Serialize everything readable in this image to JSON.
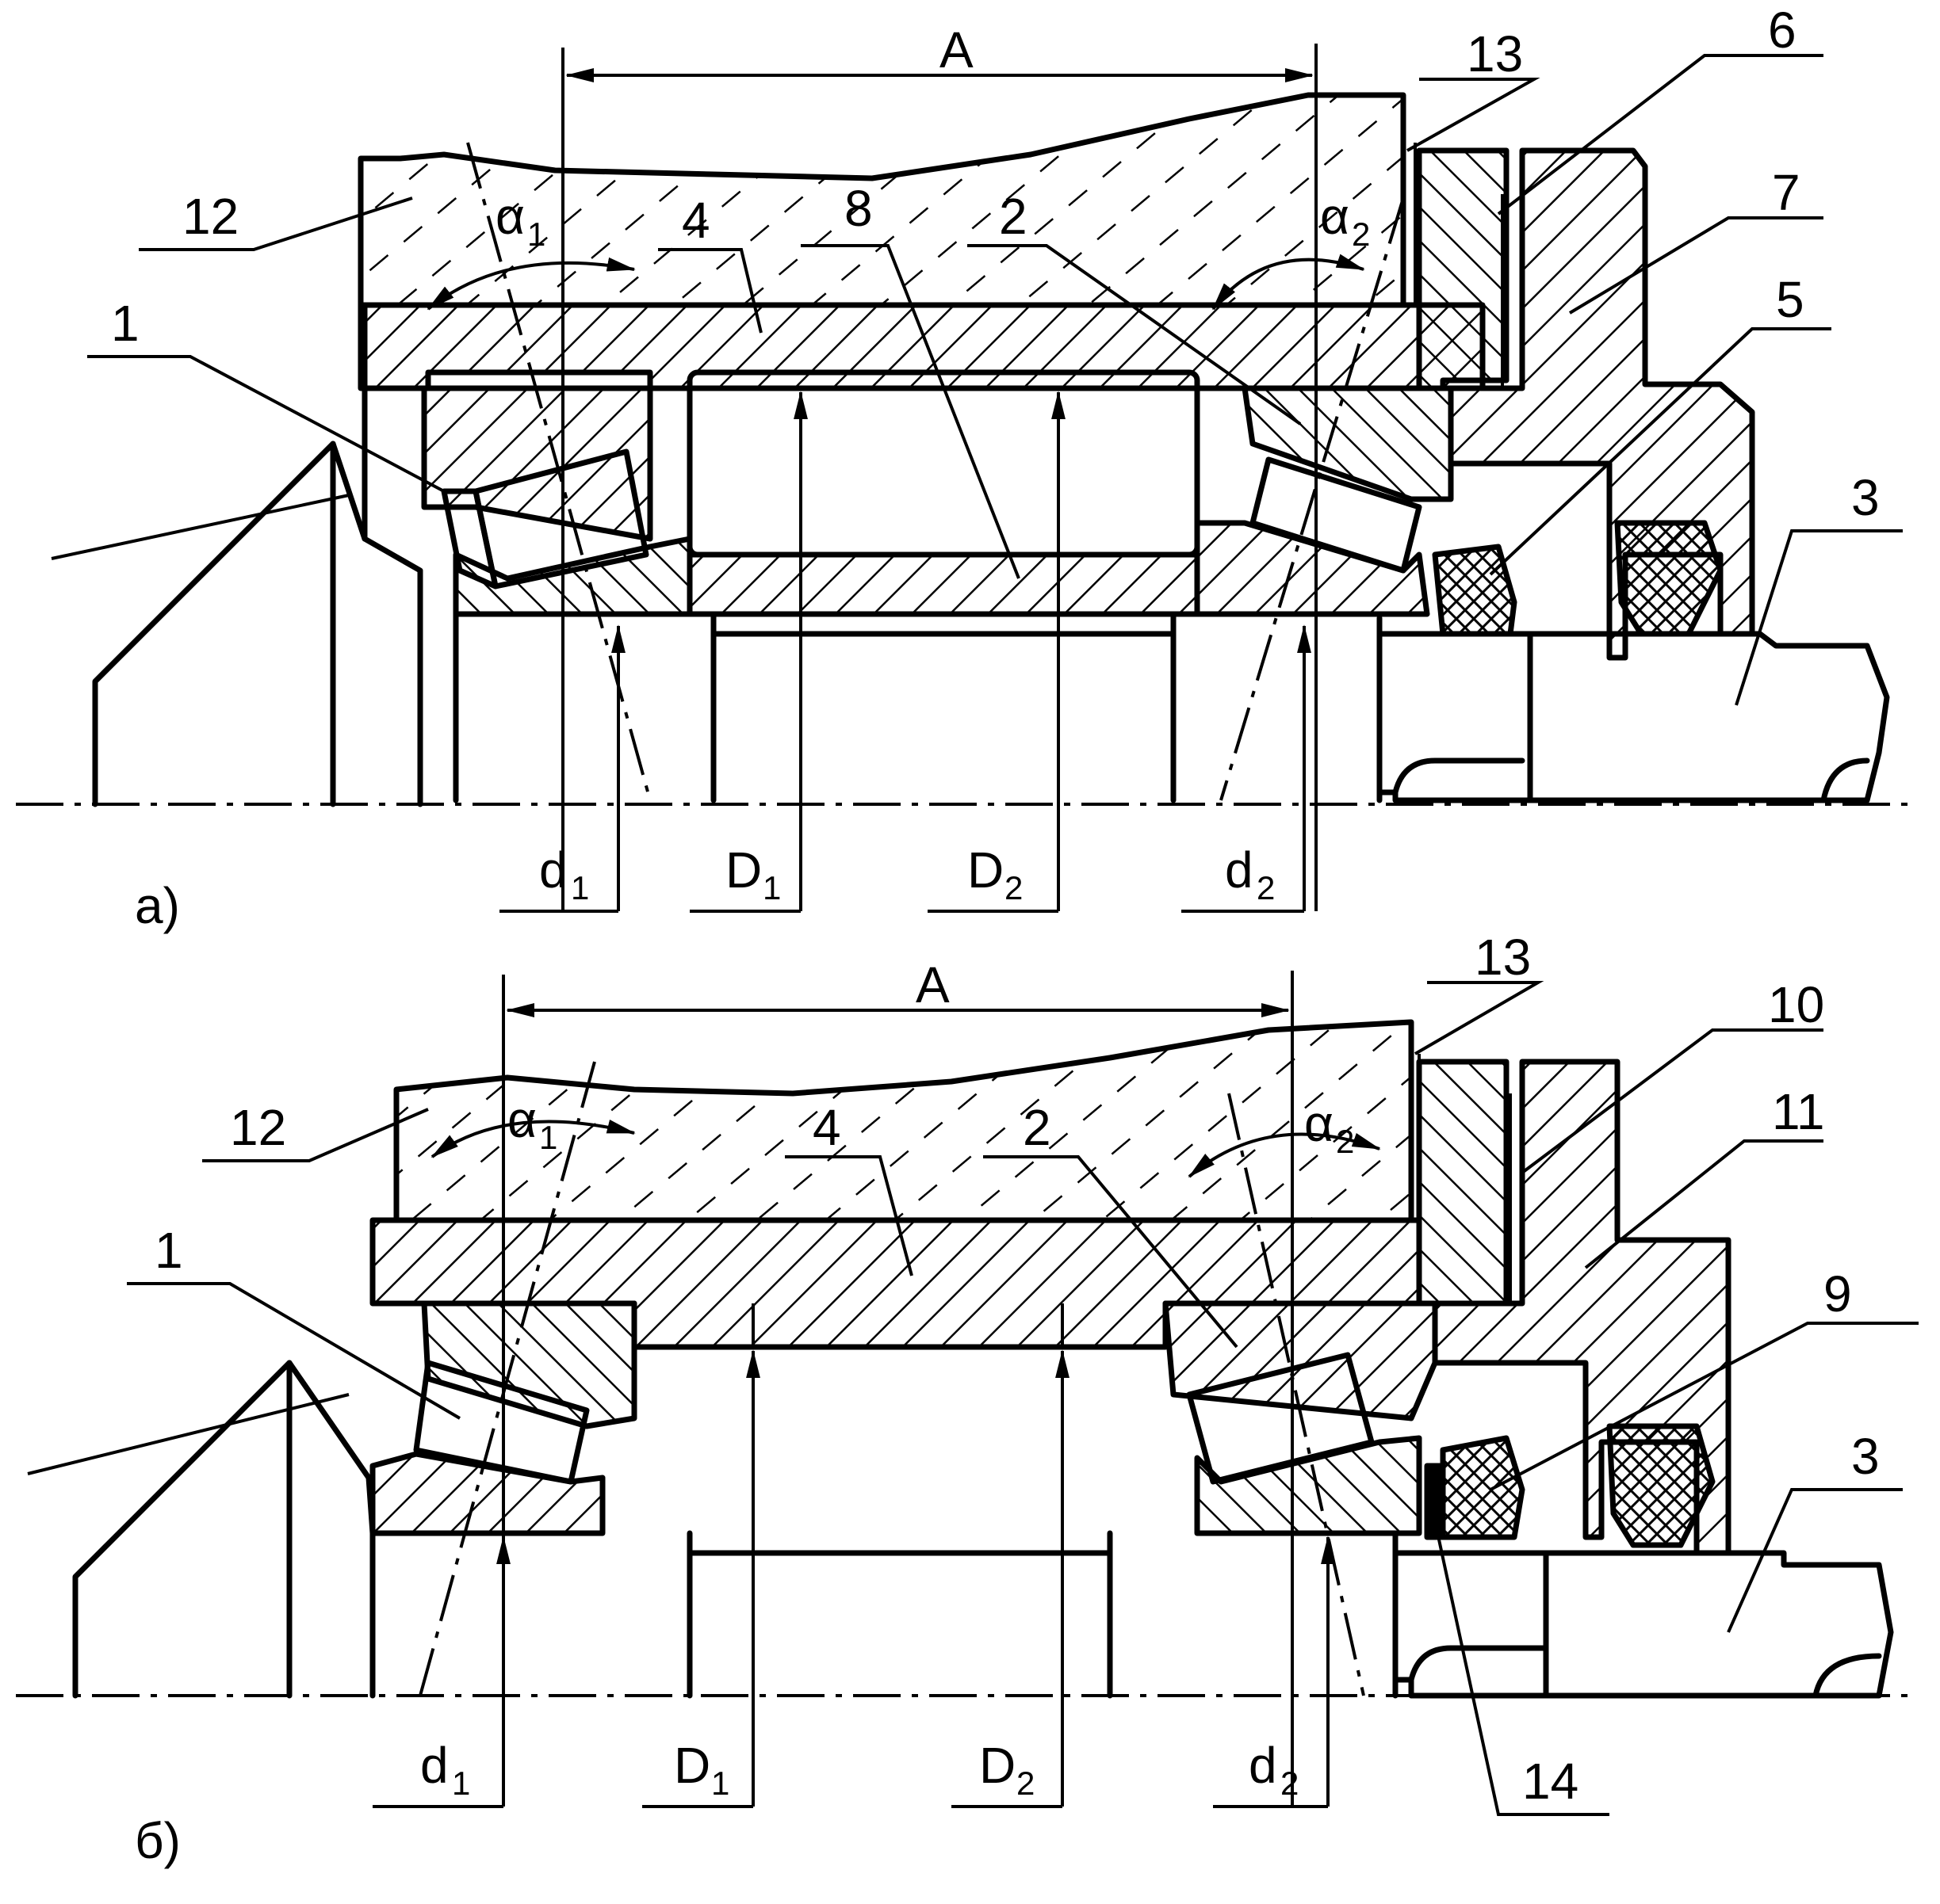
{
  "diagrams": [
    {
      "caption": "а)",
      "dimension": "A",
      "angles": [
        {
          "sym": "α",
          "sub": "1"
        },
        {
          "sym": "α",
          "sub": "2"
        }
      ],
      "diameters": [
        {
          "sym": "d",
          "sub": "1"
        },
        {
          "sym": "D",
          "sub": "1"
        },
        {
          "sym": "D",
          "sub": "2"
        },
        {
          "sym": "d",
          "sub": "2"
        }
      ],
      "callouts": [
        "1",
        "12",
        "4",
        "8",
        "2",
        "13",
        "6",
        "7",
        "5",
        "3"
      ]
    },
    {
      "caption": "б)",
      "dimension": "A",
      "angles": [
        {
          "sym": "α",
          "sub": "1"
        },
        {
          "sym": "α",
          "sub": "2"
        }
      ],
      "diameters": [
        {
          "sym": "d",
          "sub": "1"
        },
        {
          "sym": "D",
          "sub": "1"
        },
        {
          "sym": "D",
          "sub": "2"
        },
        {
          "sym": "d",
          "sub": "2"
        }
      ],
      "callouts": [
        "12",
        "1",
        "4",
        "2",
        "13",
        "10",
        "11",
        "9",
        "3",
        "14"
      ]
    }
  ]
}
